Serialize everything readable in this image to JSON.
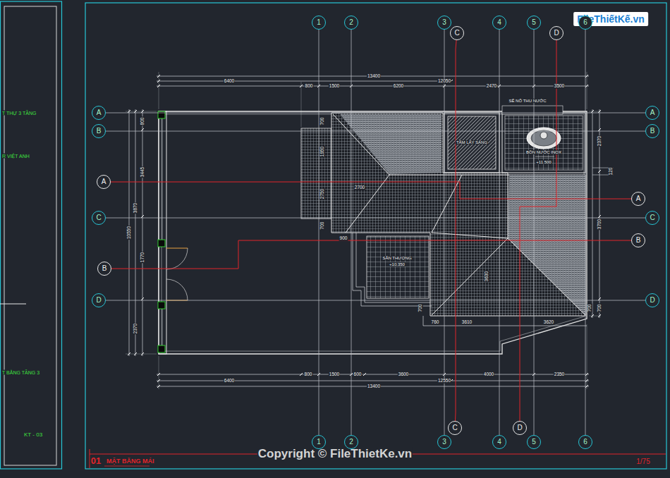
{
  "diagram": {
    "title": "MẶT BẰNG MÁI",
    "nodes": [
      {
        "text": [
          "1"
        ]
      },
      {
        "text": [
          "2"
        ]
      },
      {
        "text": [
          "3"
        ]
      },
      {
        "text": [
          "4"
        ]
      },
      {
        "text": [
          "5"
        ]
      },
      {
        "text": [
          "6"
        ]
      },
      {
        "text": [
          "1"
        ]
      },
      {
        "text": [
          "2"
        ]
      },
      {
        "text": [
          "3"
        ]
      },
      {
        "text": [
          "4"
        ]
      },
      {
        "text": [
          "5"
        ]
      },
      {
        "text": [
          "6"
        ]
      },
      {
        "text": [
          "A"
        ]
      },
      {
        "text": [
          "B"
        ]
      },
      {
        "text": [
          "C"
        ]
      },
      {
        "text": [
          "D"
        ]
      },
      {
        "text": [
          "A"
        ]
      },
      {
        "text": [
          "B"
        ]
      },
      {
        "text": [
          "C"
        ]
      },
      {
        "text": [
          "D"
        ]
      },
      {
        "text": [
          "C"
        ]
      },
      {
        "text": [
          "C"
        ]
      },
      {
        "text": [
          "D"
        ]
      },
      {
        "text": [
          "D"
        ]
      },
      {
        "text": [
          "A"
        ]
      },
      {
        "text": [
          "A"
        ]
      },
      {
        "text": [
          "B"
        ]
      },
      {
        "text": [
          "B"
        ]
      }
    ],
    "edges": [
      {
        "from": 0,
        "to": 6,
        "arrow": "none"
      },
      {
        "from": 1,
        "to": 7,
        "arrow": "none"
      },
      {
        "from": 2,
        "to": 8,
        "arrow": "none"
      },
      {
        "from": 3,
        "to": 9,
        "arrow": "none"
      },
      {
        "from": 4,
        "to": 10,
        "arrow": "none"
      },
      {
        "from": 5,
        "to": 11,
        "arrow": "none"
      },
      {
        "from": 12,
        "to": 16,
        "arrow": "none"
      },
      {
        "from": 13,
        "to": 17,
        "arrow": "none"
      },
      {
        "from": 14,
        "to": 18,
        "arrow": "none"
      },
      {
        "from": 15,
        "to": 19,
        "arrow": "none"
      },
      {
        "from": 20,
        "to": 21,
        "arrow": "none"
      },
      {
        "from": 22,
        "to": 23,
        "arrow": "none"
      },
      {
        "from": 24,
        "to": 25,
        "arrow": "none"
      },
      {
        "from": 26,
        "to": 27,
        "arrow": "none"
      }
    ],
    "labels": [
      "T THỰ 3 TẦNG",
      "R VIỆT ANH",
      "T BẰNG TẦNG 3",
      "KT - 03",
      "FileThiếtKế.vn",
      "Copyright © FileThietKe.vn",
      "01",
      "1/75",
      "13400",
      "6400",
      "12050",
      "800",
      "1500",
      "6200",
      "2470",
      "3500",
      "800",
      "1500",
      "600",
      "3600",
      "4000",
      "2350",
      "6400",
      "12550",
      "13400",
      "800",
      "3445",
      "3870",
      "10550",
      "1770",
      "2370",
      "2370",
      "120",
      "3700",
      "700",
      "2700",
      "700",
      "1950",
      "2750",
      "700",
      "900",
      "3630",
      "700",
      "760",
      "3610",
      "3620",
      "700",
      "SÊ NÔ THU NƯỚC",
      "TẤM LẤY SÁNG",
      "BỒN NƯỚC INOX",
      "+11.500",
      "SÂN THƯỢNG",
      "+10.350"
    ]
  }
}
